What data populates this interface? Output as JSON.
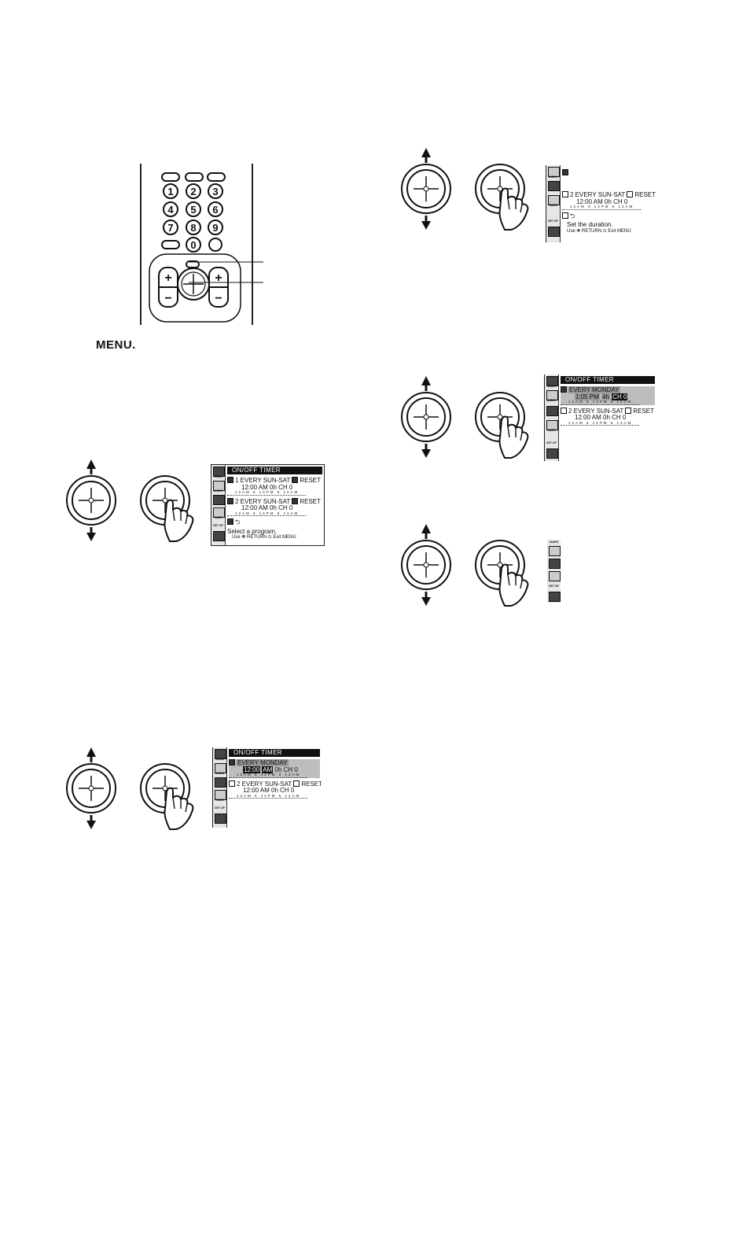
{
  "remote": {
    "number_keys": [
      "1",
      "2",
      "3",
      "4",
      "5",
      "6",
      "7",
      "8",
      "9",
      "0"
    ],
    "plus_label": "+",
    "minus_label": "−",
    "menu_label": "MENU."
  },
  "screen_a": {
    "title": "ON/OFF TIMER",
    "prog1": "1 EVERY  SUN-SAT",
    "prog1_reset": "RESET",
    "prog1_sub": "12:00 AM   0h   CH 0",
    "scale": "12AM  6  12PM  6  12AM",
    "prog2": "2 EVERY  SUN-SAT",
    "prog2_reset": "RESET",
    "prog2_sub": "12:00 AM   0h   CH 0",
    "return_glyph": "⮌",
    "message": "Select a program.",
    "hint": "Use ✥ RETURN ⊙ Exit MENU"
  },
  "screen_b": {
    "title": "ON/OFF TIMER",
    "prog1": "EVERY  MONDAY",
    "prog1_time": "12:00",
    "prog1_ampm": "AM",
    "prog1_rest": "0h   CH 0",
    "scale": "12AM  6  12PM  6  12AM",
    "prog2": "2 EVERY  SUN-SAT",
    "prog2_reset": "RESET",
    "prog2_sub": "12:00 AM   0h   CH 0"
  },
  "screen_c": {
    "prog2": "2 EVERY  SUN-SAT",
    "prog2_reset": "RESET",
    "prog2_sub": "12:00 AM   0h   CH 0",
    "scale": "12AM  6  12PM  6  12AM",
    "return_glyph": "⮌",
    "message": "Set the duration.",
    "hint": "Use ✥ RETURN ⊙ Exit MENU"
  },
  "screen_d": {
    "title": "ON/OFF TIMER",
    "prog1": "EVERY  MONDAY",
    "prog1_time": "1:05 PM",
    "prog1_dur": "4h",
    "prog1_ch": "CH 0",
    "scale": "12AM  6  12PM  6  12AM",
    "prog2": "2 EVERY  SUN-SAT",
    "prog2_reset": "RESET",
    "prog2_sub": "12:00 AM   0h   CH 0"
  },
  "icons": {
    "video": "VIDEO",
    "audio": "AUDIO",
    "timer": "TIMER",
    "setup": "SET UP"
  }
}
